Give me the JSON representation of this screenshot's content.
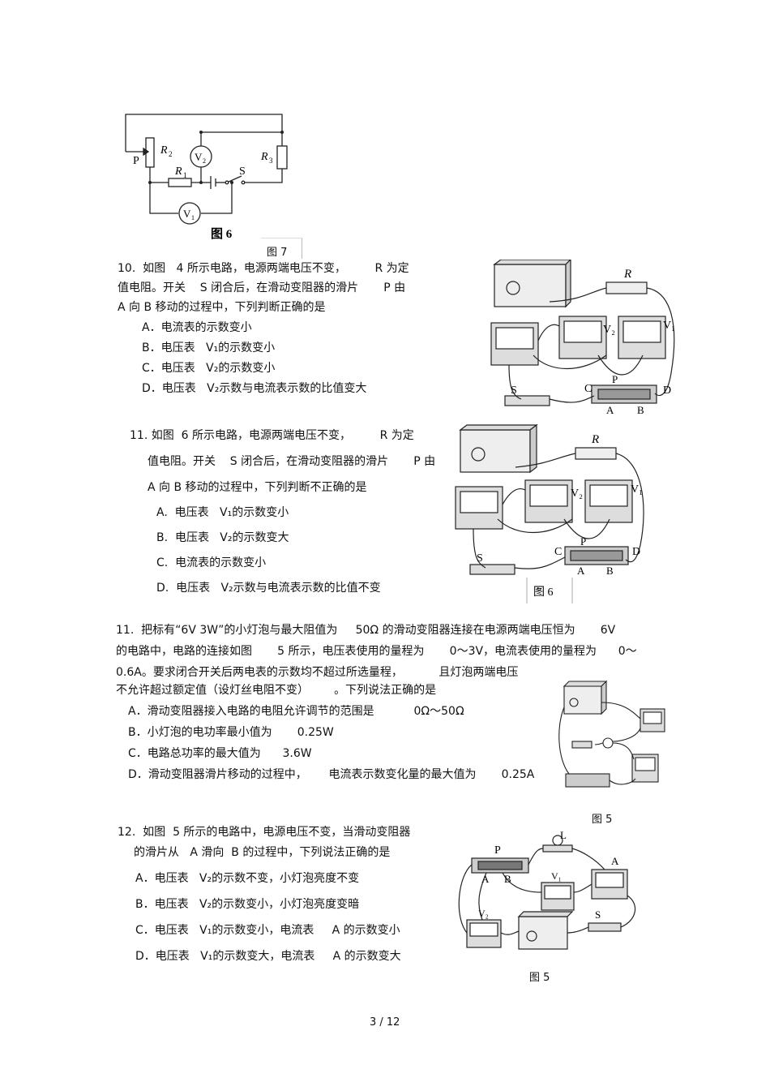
{
  "fig_top": {
    "labels": {
      "p": "P",
      "r2": "R",
      "r2_sub": "2",
      "r1": "R",
      "r1_sub": "1",
      "r3": "R",
      "r3_sub": "3",
      "s": "S",
      "v2": "V",
      "v2_sub": "2",
      "v1": "V",
      "v1_sub": "1"
    },
    "caption": "图 6",
    "caption2": "图 7"
  },
  "q10": {
    "lines": [
      "10.  如图   4 所示电路，电源两端电压不变，        R 为定",
      "值电阻。开关    S 闭合后，在滑动变阻器的滑片       P 由",
      "A 向 B 移动的过程中，下列判断正确的是"
    ],
    "options": [
      "A．电流表的示数变小",
      "B．电压表   V₁的示数变小",
      "C．电压表   V₂的示数变小",
      "D．电压表   V₂示数与电流表示数的比值变大"
    ]
  },
  "fig_q10": {
    "r": "R",
    "v2": "V₂",
    "v1": "V₁",
    "s": "S",
    "c": "C",
    "p": "P",
    "d": "D",
    "a": "A",
    "b": "B"
  },
  "q11a": {
    "lines": [
      "11. 如图  6 所示电路，电源两端电压不变，        R 为定",
      "值电阻。开关    S 闭合后，在滑动变阻器的滑片       P 由",
      "A 向 B 移动的过程中，下列判断不正确的是"
    ],
    "options": [
      "A.  电压表   V₁的示数变小",
      "B.  电压表   V₂的示数变大",
      "C.  电流表的示数变小",
      "D.  电压表   V₂示数与电流表示数的比值不变"
    ]
  },
  "fig_q11a": {
    "r": "R",
    "v2": "V₂",
    "v1": "V₁",
    "s": "S",
    "c": "C",
    "p": "P",
    "d": "D",
    "a": "A",
    "b": "B",
    "caption": "图  6"
  },
  "q11b": {
    "lines": [
      "11.  把标有“6V 3W”的小灯泡与最大阻值为     50Ω 的滑动变阻器连接在电源两端电压恒为       6V",
      "的电路中，电路的连接如图       5 所示，电压表使用的量程为       0～3V，电流表使用的量程为      0～",
      "0.6A。要求闭合开关后两电表的示数均不超过所选量程，          且灯泡两端电压",
      "不允许超过额定值（设灯丝电阻不变）       。下列说法正确的是"
    ],
    "options": [
      "A．滑动变阻器接入电路的电阻允许调节的范围是           0Ω～50Ω",
      "B．小灯泡的电功率最小值为       0.25W",
      "C．电路总功率的最大值为      3.6W",
      "D．滑动变阻器滑片移动的过程中，      电流表示数变化量的最大值为       0.25A"
    ],
    "caption": "图 5"
  },
  "q12": {
    "lines": [
      "12.  如图  5 所示的电路中，电源电压不变，当滑动变阻器",
      "的滑片从   A 滑向  B 的过程中，下列说法正确的是"
    ],
    "options": [
      "A．电压表   V₂的示数不变，小灯泡亮度不变",
      "B．电压表   V₂的示数变小，小灯泡亮度变暗",
      "C．电压表   V₁的示数变小，电流表     A 的示数变小",
      "D．电压表   V₁的示数变大，电流表     A 的示数变大"
    ],
    "caption": "图 5"
  },
  "fig_q12": {
    "l": "L",
    "p": "P",
    "a": "A",
    "b": "B",
    "v1": "V₁",
    "v2": "V₂",
    "am": "A",
    "s": "S"
  },
  "footer": {
    "page": "3 / 12"
  }
}
